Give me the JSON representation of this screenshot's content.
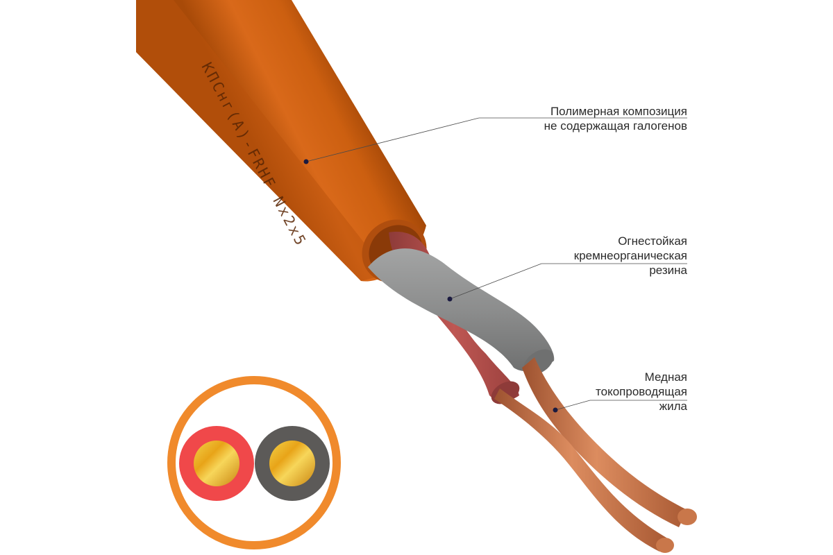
{
  "cable": {
    "marking": "КПСнг(А)-FRHF Nx2x5",
    "colors": {
      "jacket": "#d4640f",
      "insulation_red": "#b9524e",
      "insulation_gray": "#8d8e8e",
      "copper": "#c9774a",
      "cross_section_ring": "#f08a2c",
      "cross_section_red": "#f0484a",
      "cross_section_gray": "#5c5a58",
      "gold": "#e2a81b"
    }
  },
  "callouts": [
    {
      "lines": [
        "Полимерная композиция",
        "не содержащая галогенов"
      ]
    },
    {
      "lines": [
        "Огнестойкая",
        "кремнеорганическая",
        "резина"
      ]
    },
    {
      "lines": [
        "Медная",
        "токопроводящая",
        "жила"
      ]
    }
  ]
}
